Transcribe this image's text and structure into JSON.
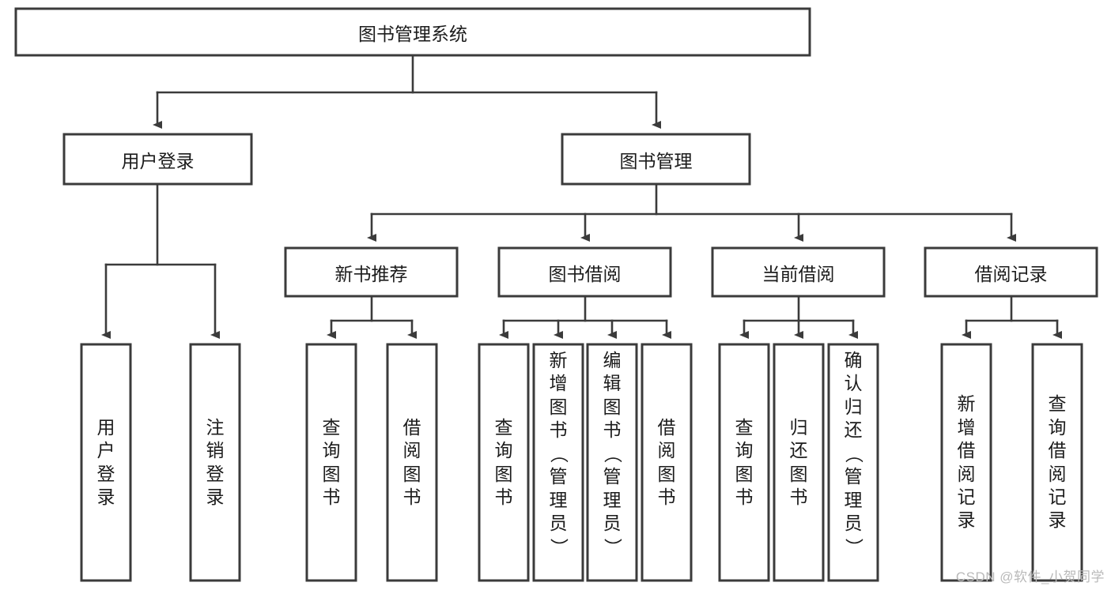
{
  "diagram": {
    "title_node": {
      "label": "图书管理系统"
    },
    "level2": [
      {
        "id": "user-login",
        "label": "用户登录"
      },
      {
        "id": "book-manage",
        "label": "图书管理"
      }
    ],
    "level3": [
      {
        "id": "new-book-recommend",
        "label": "新书推荐"
      },
      {
        "id": "book-borrow",
        "label": "图书借阅"
      },
      {
        "id": "current-borrow",
        "label": "当前借阅"
      },
      {
        "id": "borrow-record",
        "label": "借阅记录"
      }
    ],
    "leaves": [
      {
        "id": "leaf-user-login",
        "label": "用户登录",
        "parent": "user-login"
      },
      {
        "id": "leaf-logout-login",
        "label": "注销登录",
        "parent": "user-login"
      },
      {
        "id": "leaf-query-book-1",
        "label": "查询图书",
        "parent": "new-book-recommend"
      },
      {
        "id": "leaf-borrow-book-1",
        "label": "借阅图书",
        "parent": "new-book-recommend"
      },
      {
        "id": "leaf-query-book-2",
        "label": "查询图书",
        "parent": "book-borrow"
      },
      {
        "id": "leaf-add-book",
        "label": "新增图书（管理员）",
        "parent": "book-borrow"
      },
      {
        "id": "leaf-edit-book",
        "label": "编辑图书（管理员）",
        "parent": "book-borrow"
      },
      {
        "id": "leaf-borrow-book-2",
        "label": "借阅图书",
        "parent": "book-borrow"
      },
      {
        "id": "leaf-query-book-3",
        "label": "查询图书",
        "parent": "current-borrow"
      },
      {
        "id": "leaf-return-book",
        "label": "归还图书",
        "parent": "current-borrow"
      },
      {
        "id": "leaf-confirm-return",
        "label": "确认归还（管理员）",
        "parent": "current-borrow"
      },
      {
        "id": "leaf-add-record",
        "label": "新增借阅记录",
        "parent": "borrow-record"
      },
      {
        "id": "leaf-query-record",
        "label": "查询借阅记录",
        "parent": "borrow-record"
      }
    ],
    "colors": {
      "box_stroke": "#3b3b3b",
      "box_fill": "#ffffff",
      "connector": "#3b3b3b",
      "text": "#1c1c1c",
      "watermark": "#b9b9b9"
    }
  },
  "watermark": {
    "text": "CSDN @软件_小贺同学"
  }
}
